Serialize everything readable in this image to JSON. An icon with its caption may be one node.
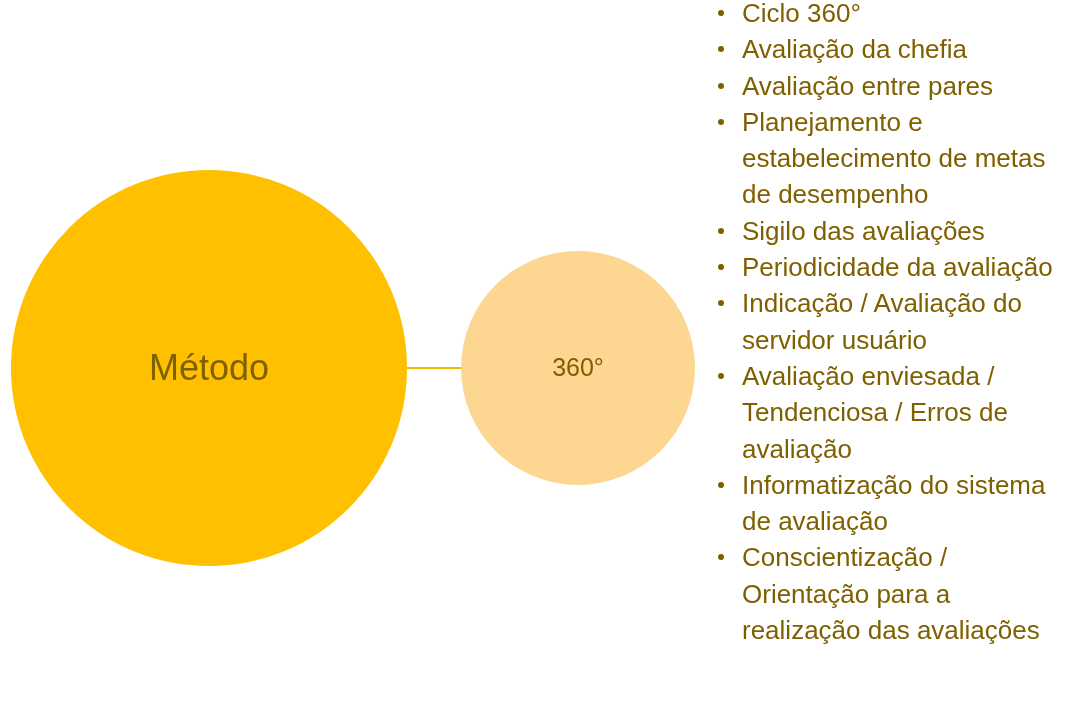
{
  "diagram": {
    "nodes": [
      {
        "text": [
          "Método"
        ]
      },
      {
        "text": [
          "360°"
        ]
      }
    ],
    "edges": [
      {
        "from": 0,
        "to": 1,
        "arrow": "none"
      }
    ],
    "labels": [
      "Ciclo 360°",
      "Avaliação da chefia",
      "Avaliação entre pares",
      "Planejamento e estabelecimento de metas de desempenho",
      "Sigilo das avaliações",
      "Periodicidade da avaliação",
      "Indicação / Avaliação do servidor usuário",
      "Avaliação enviesada / Tendenciosa / Erros de avaliação",
      "Informatização do sistema de avaliação",
      "Conscientização / Orientação para a realização das avaliações"
    ]
  }
}
